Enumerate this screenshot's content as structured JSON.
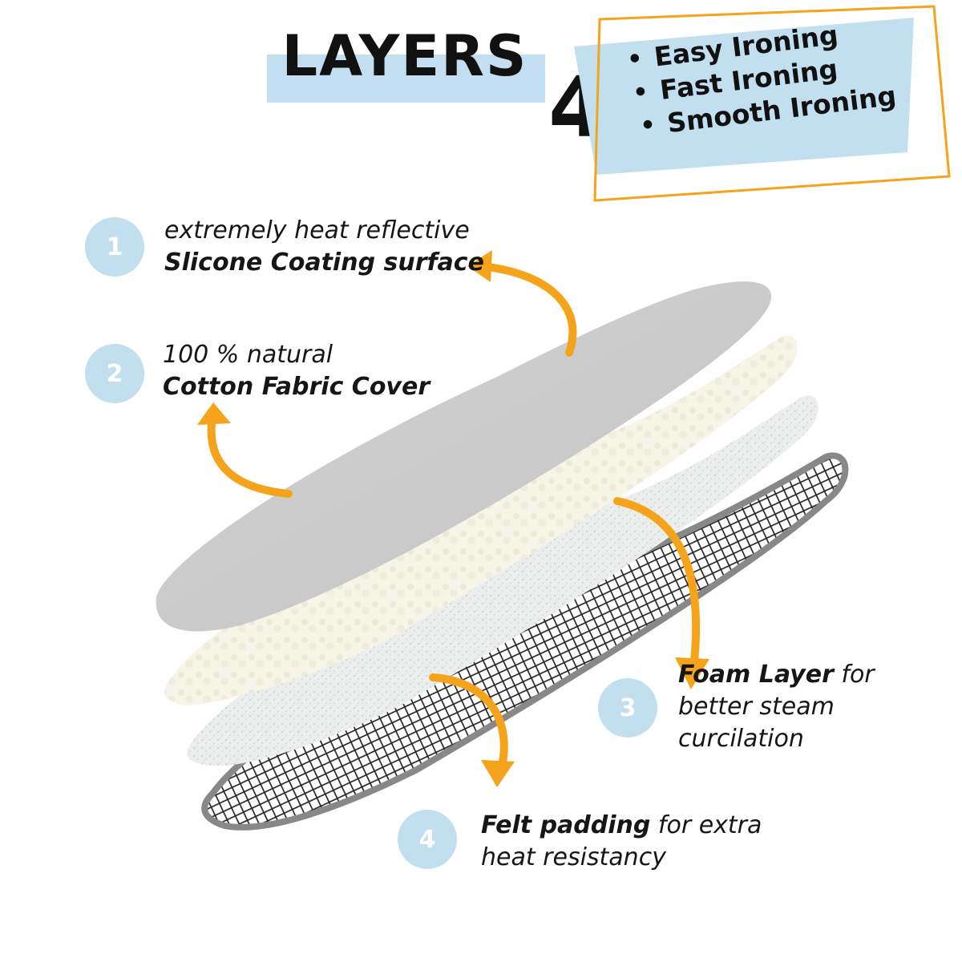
{
  "header": {
    "title": "LAYERS",
    "count": "4",
    "benefits": [
      "Easy Ironing",
      "Fast Ironing",
      "Smooth Ironing"
    ]
  },
  "layers": [
    {
      "number": "1",
      "line1": "extremely heat reflective",
      "bold": "Slicone Coating surface",
      "rest": ""
    },
    {
      "number": "2",
      "line1": "100 % natural",
      "bold": "Cotton Fabric Cover",
      "rest": ""
    },
    {
      "number": "3",
      "bold": "Foam Layer",
      "rest": " for",
      "line2": "better steam",
      "line3": "curcilation"
    },
    {
      "number": "4",
      "bold": "Felt padding",
      "rest": " for extra",
      "line2": "heat resistancy"
    }
  ],
  "colors": {
    "accent_blue": "#c2dff0",
    "accent_orange": "#f5a31a",
    "cover_gray": "#c9c9c9"
  }
}
